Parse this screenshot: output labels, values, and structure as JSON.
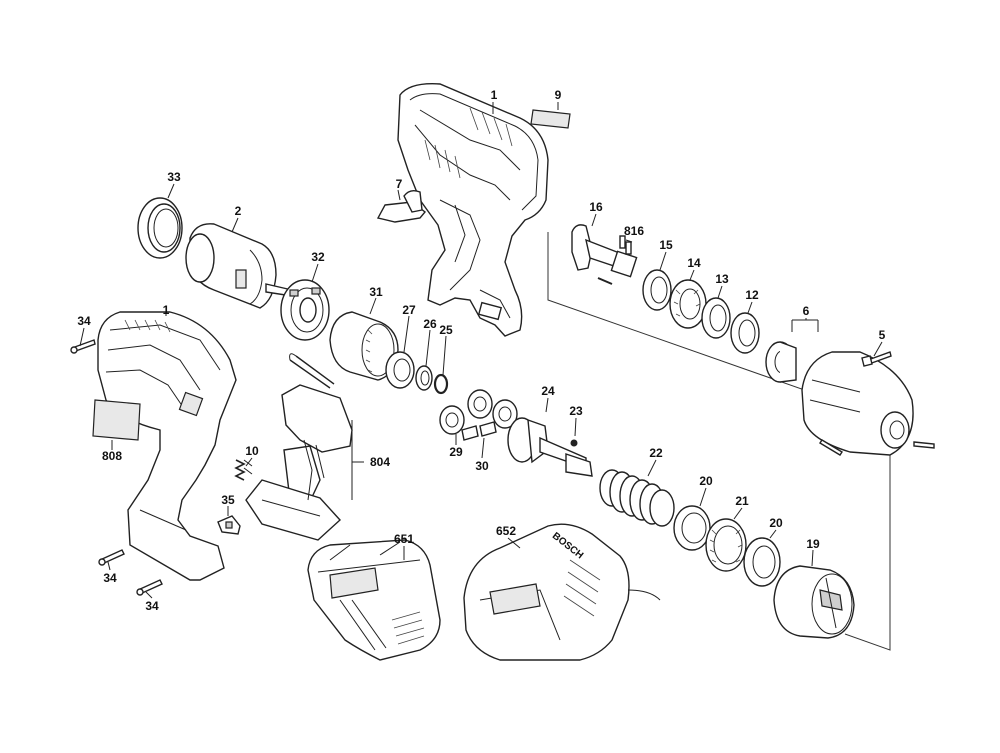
{
  "diagram": {
    "labels": {
      "p1_housing_top": "1",
      "p1_housing_left": "1",
      "p2": "2",
      "p5": "5",
      "p6": "6",
      "p7": "7",
      "p9": "9",
      "p10": "10",
      "p12": "12",
      "p13": "13",
      "p14": "14",
      "p15": "15",
      "p16": "16",
      "p19": "19",
      "p20a": "20",
      "p20b": "20",
      "p21": "21",
      "p22": "22",
      "p23": "23",
      "p24": "24",
      "p25": "25",
      "p26": "26",
      "p27": "27",
      "p29": "29",
      "p30": "30",
      "p31": "31",
      "p32": "32",
      "p33": "33",
      "p34a": "34",
      "p34b": "34",
      "p34c": "34",
      "p35": "35",
      "p651": "651",
      "p652": "652",
      "p804": "804",
      "p808": "808",
      "p816": "816"
    },
    "brand_text": "BOSCH"
  }
}
